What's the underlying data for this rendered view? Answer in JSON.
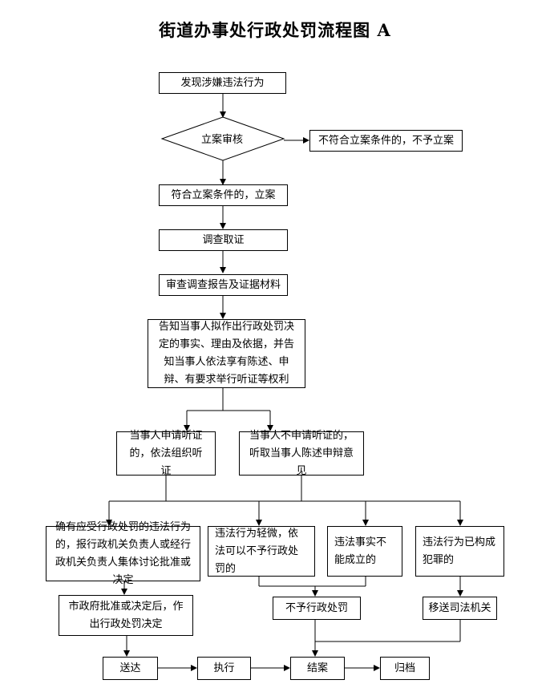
{
  "title": "街道办事处行政处罚流程图 A",
  "steps": {
    "discover": "发现涉嫌违法行为",
    "review": "立案审核",
    "not_meet": "不符合立案条件的，不予立案",
    "meet": "符合立案条件的，立案",
    "investigate": "调查取证",
    "examine": "审查调查报告及证据材料",
    "notify": "告知当事人拟作出行政处罚决定的事实、理由及依据，并告知当事人依法享有陈述、申辩、有要求举行听证等权利",
    "hearing": "当事人申请听证的，依法组织听证",
    "no_hearing": "当事人不申请听证的，听取当事人陈述申辩意见",
    "should_punish": "确有应受行政处罚的违法行为的，报行政机关负责人或经行政机关负责人集体讨论批准或决定",
    "minor": "违法行为轻微，依法可以不予行政处罚的",
    "facts_not": "违法事实不能成立的",
    "crime": "违法行为已构成犯罪的",
    "gov_decision": "市政府批准或决定后，作出行政处罚决定",
    "no_punish": "不予行政处罚",
    "transfer": "移送司法机关",
    "deliver": "送达",
    "execute": "执行",
    "close": "结案",
    "archive": "归档"
  }
}
